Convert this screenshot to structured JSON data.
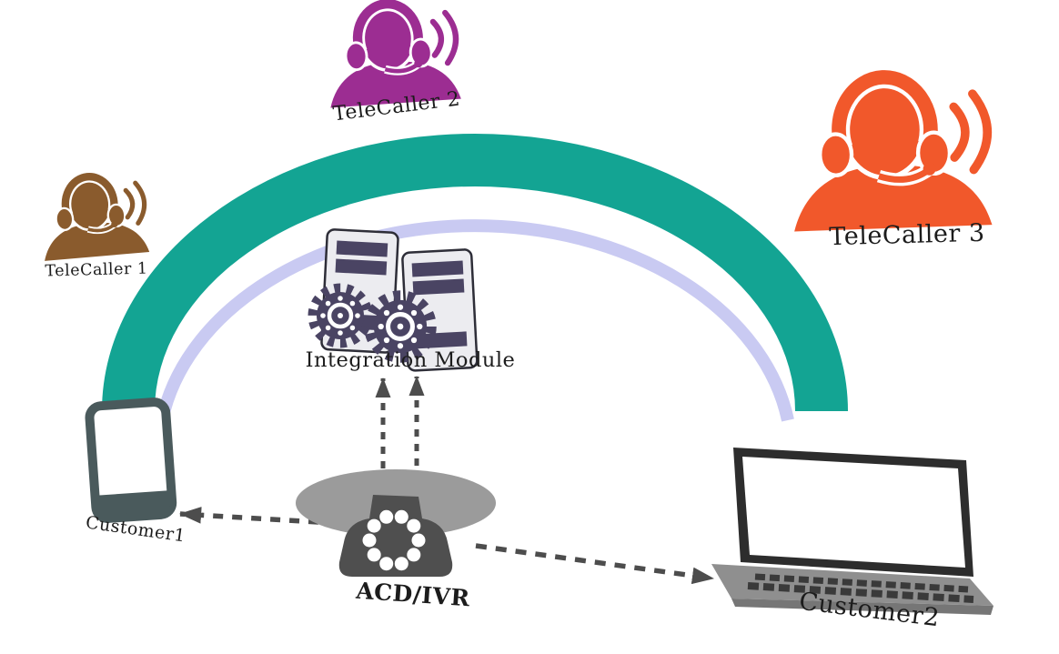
{
  "diagram_type": "call-center architecture diagram",
  "nodes": [
    {
      "id": "telecaller1",
      "label": "TeleCaller 1",
      "icon": "headset-agent-icon",
      "color": "#8A5B2D"
    },
    {
      "id": "telecaller2",
      "label": "TeleCaller 2",
      "icon": "headset-agent-icon",
      "color": "#9C2D92"
    },
    {
      "id": "telecaller3",
      "label": "TeleCaller 3",
      "icon": "headset-agent-icon",
      "color": "#F1582B"
    },
    {
      "id": "integration-module",
      "label": "Integration Module",
      "icon": "servers-gears-icon",
      "color": "#4A4463"
    },
    {
      "id": "acd-ivr",
      "label": "ACD/IVR",
      "icon": "telephone-icon",
      "color": "#4F4F4F"
    },
    {
      "id": "customer1",
      "label": "Customer1",
      "icon": "tablet-icon",
      "color": "#4A5A5C"
    },
    {
      "id": "customer2",
      "label": "Customer2",
      "icon": "laptop-icon",
      "color": "#2D2D2D"
    }
  ],
  "connections": [
    {
      "from": "acd-ivr",
      "to": "integration-module",
      "style": "dashed-arrow",
      "lane": 1
    },
    {
      "from": "acd-ivr",
      "to": "integration-module",
      "style": "dashed-arrow",
      "lane": 2
    },
    {
      "from": "acd-ivr",
      "to": "customer1",
      "style": "dashed-arrow"
    },
    {
      "from": "acd-ivr",
      "to": "customer2",
      "style": "dashed-arrow"
    }
  ],
  "palette": {
    "arc_teal": "#13A493",
    "arc_lavender": "#C9CAF2",
    "tc1": "#8A5B2D",
    "tc2": "#9C2D92",
    "tc3": "#F1582B",
    "module_slate": "#4A4463",
    "server_body": "#ECECF0",
    "server_outline": "#2E2E38",
    "phone_handset": "#9B9B9B",
    "phone_body": "#4F4F4F",
    "device_slate": "#4A5A5C",
    "laptop_frame": "#2D2D2D",
    "laptop_base": "#8F8F8F",
    "laptop_keys": "#3A3A3A",
    "arrow_gray": "#4D4D4D",
    "label_ink": "#1C1C1C"
  }
}
